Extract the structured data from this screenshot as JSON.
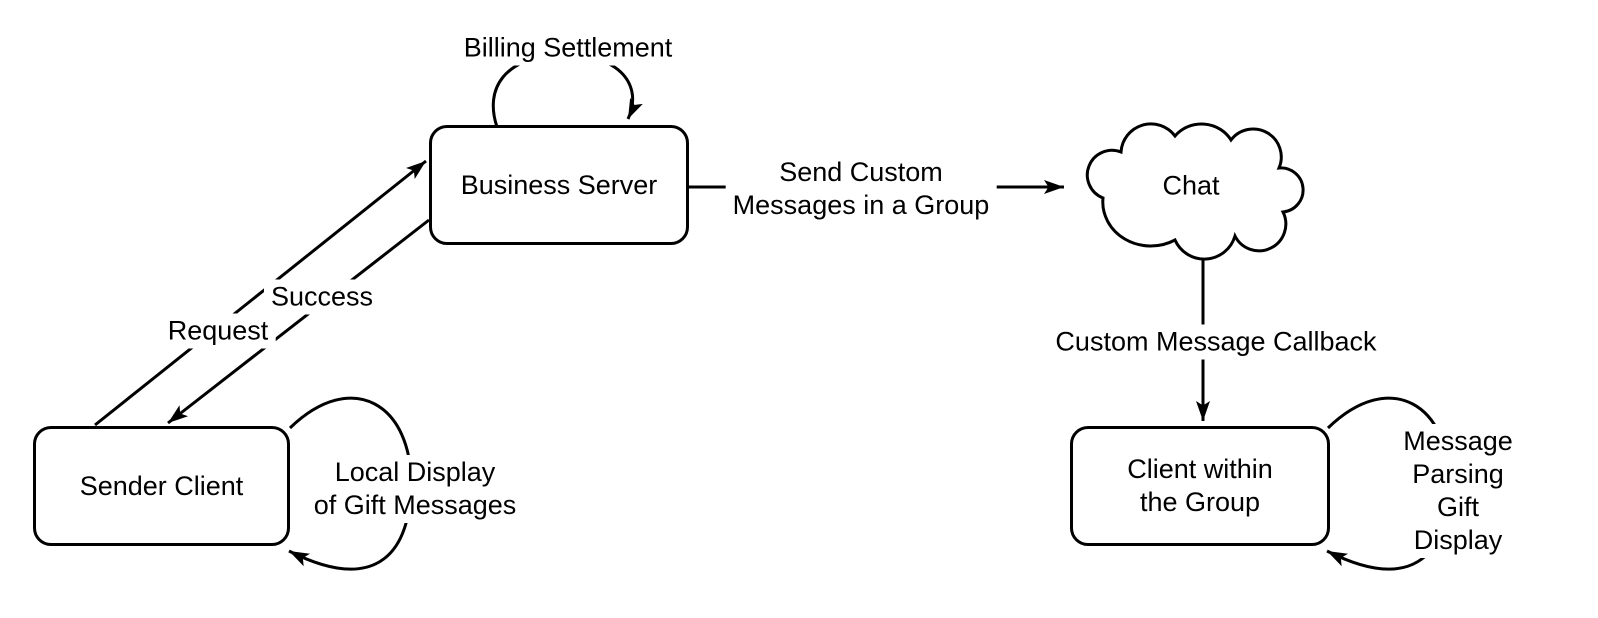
{
  "diagram": {
    "colors": {
      "stroke": "#000000",
      "text": "#000000",
      "background": "#ffffff"
    },
    "nodes": {
      "business_server": {
        "label": "Business Server",
        "shape": "rounded-rectangle"
      },
      "sender_client": {
        "label": "Sender Client",
        "shape": "rounded-rectangle"
      },
      "group_client": {
        "label": "Client within\nthe Group",
        "shape": "rounded-rectangle"
      },
      "chat": {
        "label": "Chat",
        "shape": "cloud"
      }
    },
    "edges": {
      "billing_settlement": {
        "label": "Billing Settlement",
        "from": "business_server",
        "to": "business_server",
        "type": "self-loop"
      },
      "request": {
        "label": "Request",
        "from": "sender_client",
        "to": "business_server",
        "type": "arrow"
      },
      "success": {
        "label": "Success",
        "from": "business_server",
        "to": "sender_client",
        "type": "arrow"
      },
      "send_custom": {
        "label": "Send Custom\nMessages in a Group",
        "from": "business_server",
        "to": "chat",
        "type": "arrow"
      },
      "callback": {
        "label": "Custom Message Callback",
        "from": "chat",
        "to": "group_client",
        "type": "arrow"
      },
      "local_display": {
        "label": "Local Display\nof Gift Messages",
        "from": "sender_client",
        "to": "sender_client",
        "type": "self-loop"
      },
      "message_parsing": {
        "label": "Message Parsing\nGift Display",
        "from": "group_client",
        "to": "group_client",
        "type": "self-loop"
      }
    }
  }
}
